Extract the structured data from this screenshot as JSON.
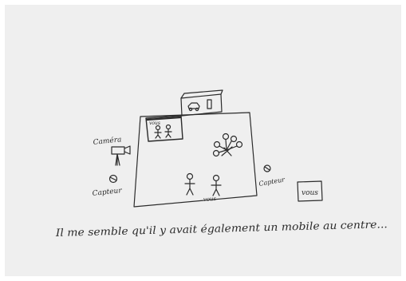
{
  "drawing": {
    "paper_color": "#efefef",
    "ink_color": "#2b2b2b",
    "labels": {
      "camera": "Caméra",
      "sensor_left": "Capteur",
      "sensor_right": "Capteur",
      "screen_small": "vous",
      "floor_people": "vous",
      "box_right": "vous"
    },
    "caption": "Il me semble qu'il y avait également un mobile au centre..."
  }
}
